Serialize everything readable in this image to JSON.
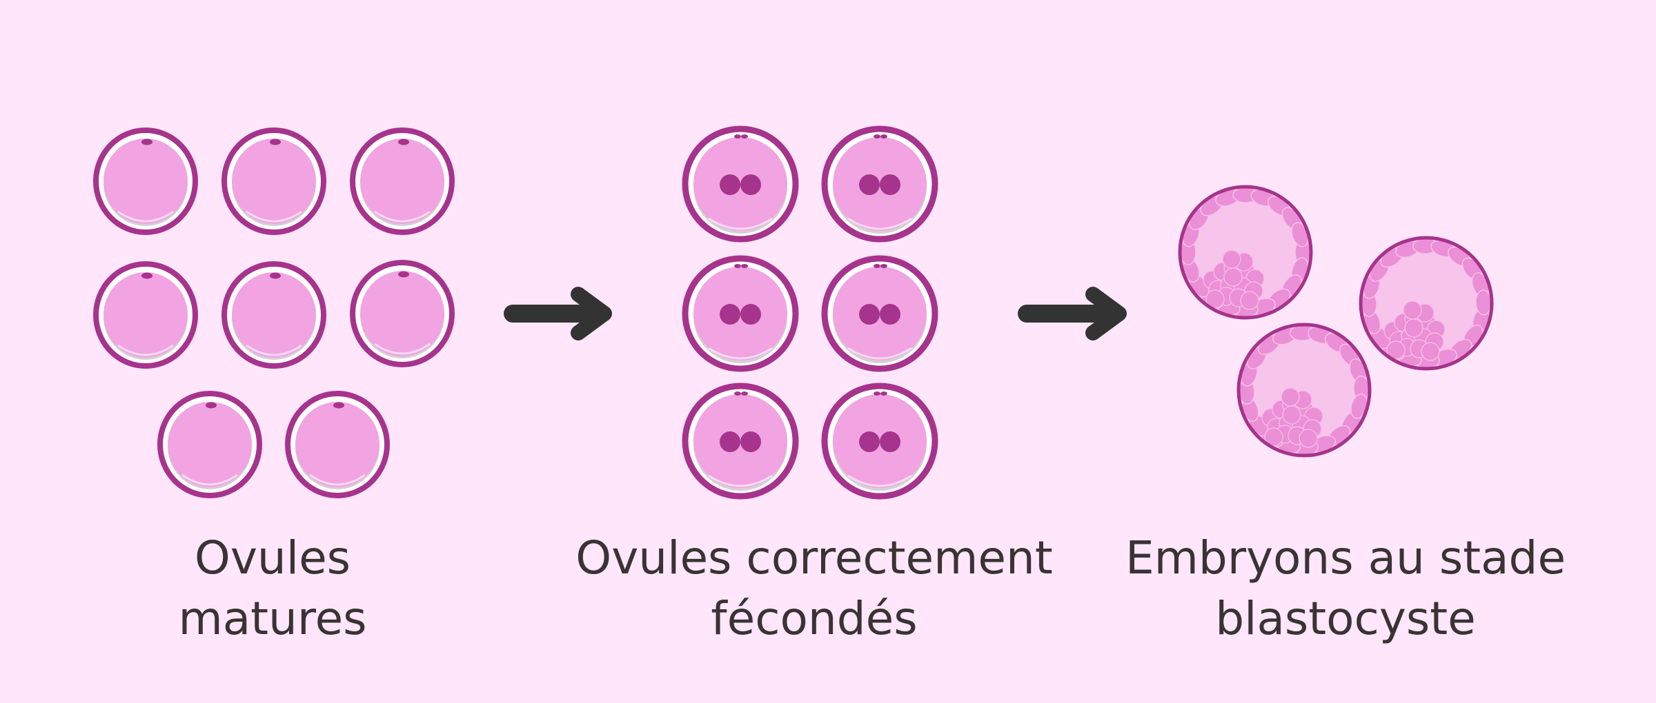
{
  "colors": {
    "background": "#ffe6fa",
    "cell_fill": "#f2a3e1",
    "cell_ring": "#a6338c",
    "cell_rim": "#fbe7f5",
    "pronucleus": "#a6338c",
    "blastocyst_fill": "#f7c5ec",
    "blastocyst_cells": "#eb8fd6",
    "arrow": "#333333",
    "text": "#3a3335"
  },
  "icons": [
    "mature-oocyte-icon",
    "fertilized-oocyte-icon",
    "blastocyst-embryo-icon",
    "arrow-right-icon"
  ],
  "stages": [
    {
      "name": "mature-oocytes",
      "count": 8,
      "label_lines": [
        "Ovules",
        "matures"
      ]
    },
    {
      "name": "fertilized-oocytes",
      "count": 6,
      "label_lines": [
        "Ovules correctement",
        "fécondés"
      ]
    },
    {
      "name": "blastocysts",
      "count": 3,
      "label_lines": [
        "Embryons au stade",
        "blastocyste"
      ]
    }
  ]
}
